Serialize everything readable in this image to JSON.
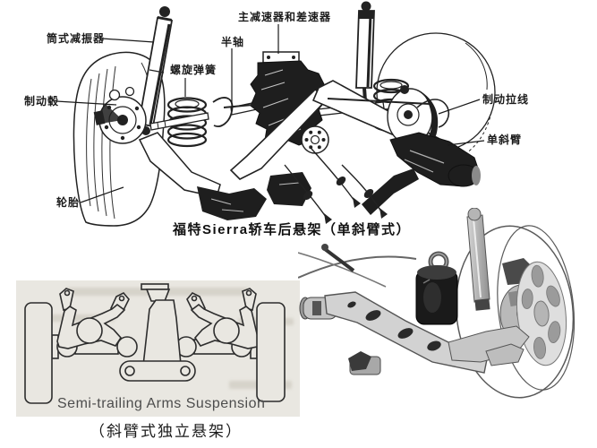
{
  "page": {
    "background": "#ffffff",
    "ink": "#1c1c1c"
  },
  "top_diagram": {
    "labels": [
      {
        "id": "tube-shock-absorber",
        "text": "筒式减振器"
      },
      {
        "id": "brake-hub",
        "text": "制动毂"
      },
      {
        "id": "coil-spring",
        "text": "螺旋弹簧"
      },
      {
        "id": "half-shaft",
        "text": "半轴"
      },
      {
        "id": "final-drive-and-differential",
        "text": "主减速器和差速器"
      },
      {
        "id": "brake-cable",
        "text": "制动拉线"
      },
      {
        "id": "semi-trailing-arm",
        "text": "单斜臂"
      },
      {
        "id": "tire",
        "text": "轮胎"
      }
    ],
    "caption": "福特Sierra轿车后悬架（单斜臂式）"
  },
  "bottom_left_panel": {
    "title": "Semi-trailing Arms Suspension",
    "caption": "（斜臂式独立悬架）",
    "panel_bg": "#e9e7e1",
    "title_color": "#4d4d4d"
  }
}
